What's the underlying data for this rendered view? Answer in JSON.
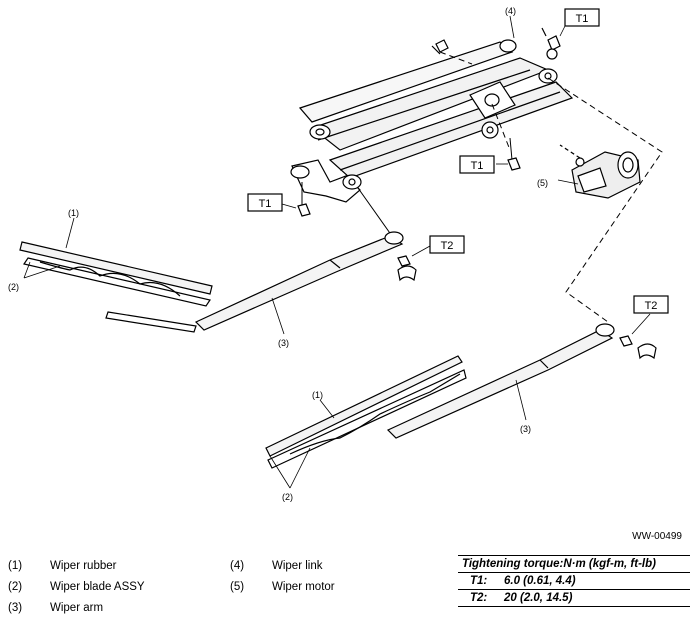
{
  "figure_id": "WW-00499",
  "callouts": {
    "link": "(4)",
    "motor": "(5)",
    "rubber_left": "(1)",
    "blade_left": "(2)",
    "arm_left": "(3)",
    "rubber_right": "(1)",
    "blade_right": "(2)",
    "arm_right": "(3)"
  },
  "torque_boxes": {
    "top_right": "T1",
    "link_bolt": "T1",
    "pivot_left": "T1",
    "nut_left": "T2",
    "nut_right": "T2"
  },
  "legend": [
    {
      "num": "(1)",
      "name": "Wiper rubber"
    },
    {
      "num": "(2)",
      "name": "Wiper blade ASSY"
    },
    {
      "num": "(3)",
      "name": "Wiper arm"
    },
    {
      "num": "(4)",
      "name": "Wiper link"
    },
    {
      "num": "(5)",
      "name": "Wiper motor"
    }
  ],
  "torque_table": {
    "heading": "Tightening torque:N·m (kgf-m, ft-lb)",
    "rows": [
      {
        "label": "T1:",
        "value": "6.0 (0.61, 4.4)"
      },
      {
        "label": "T2:",
        "value": "20 (2.0, 14.5)"
      }
    ]
  }
}
